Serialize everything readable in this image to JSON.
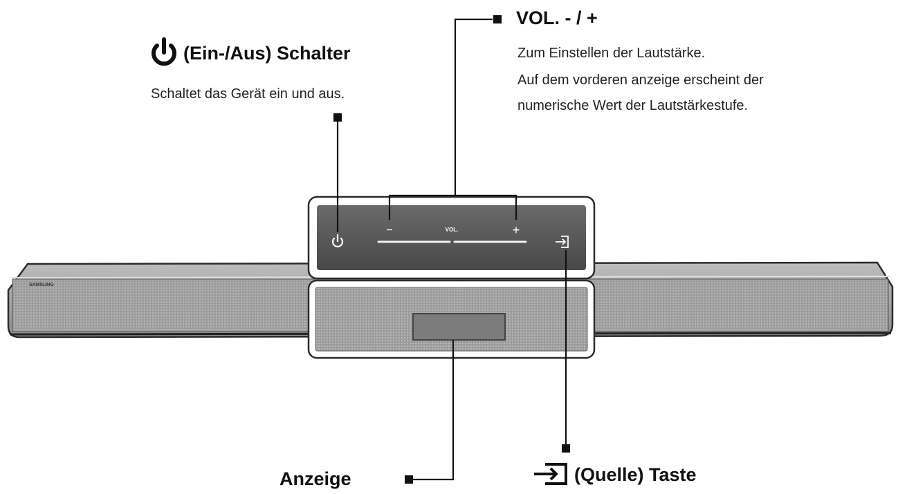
{
  "power": {
    "title": "(Ein-/Aus) Schalter",
    "description": "Schaltet das Gerät ein und aus.",
    "icon": "power-icon"
  },
  "volume": {
    "title": "VOL. - / +",
    "description_lines": [
      "Zum Einstellen der Lautstärke.",
      "Auf dem vorderen anzeige erscheint der",
      "numerische Wert der Lautstärkestufe."
    ]
  },
  "display": {
    "title": "Anzeige"
  },
  "source": {
    "title": "(Quelle) Taste",
    "icon": "source-input-icon"
  },
  "panel": {
    "minus": "−",
    "plus": "+",
    "vol": "VOL.",
    "brand": "SAMSUNG"
  },
  "colors": {
    "bar_body": "#a9a9a9",
    "bar_edge": "#2b2b2b",
    "panel_dark": "#555555",
    "leader": "#111111"
  }
}
